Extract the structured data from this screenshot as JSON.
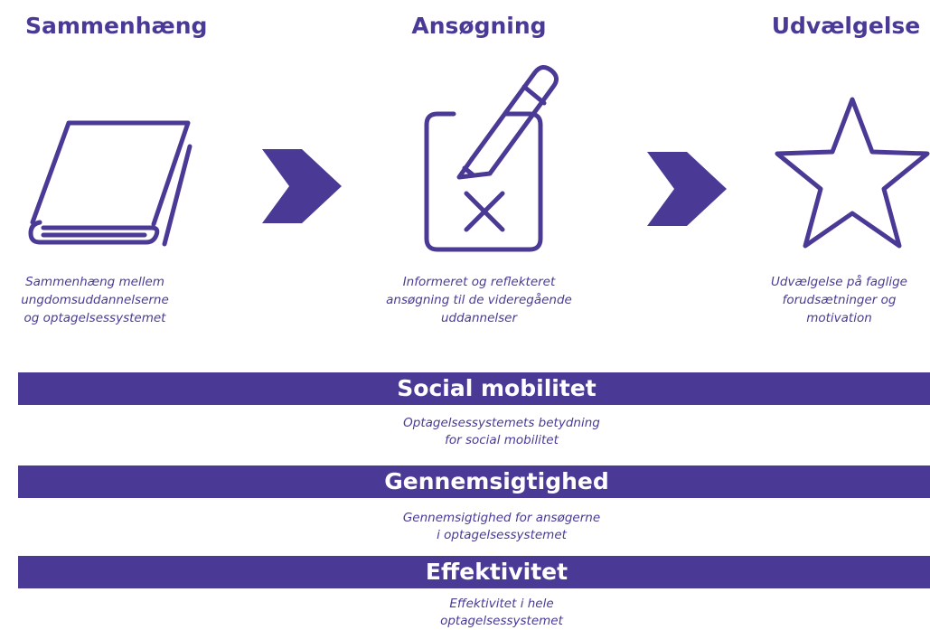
{
  "columns": [
    {
      "title": "Sammenhæng",
      "icon": "book-icon",
      "description": "Sammenhæng mellem\nungdomsuddannelserne\nog optagelsessystemet"
    },
    {
      "title": "Ansøgning",
      "icon": "pencil-checkbox-icon",
      "description": "Informeret og reflekteret\nansøgning til de videregående\nuddannelser"
    },
    {
      "title": "Udvælgelse",
      "icon": "star-icon",
      "description": "Udvælgelse på faglige\nforudsætninger og\nmotivation"
    }
  ],
  "arrows": [
    "arrow-right-icon",
    "arrow-right-icon"
  ],
  "bands": [
    {
      "title": "Social mobilitet",
      "description": "Optagelsessystemets betydning\nfor social mobilitet"
    },
    {
      "title": "Gennemsigtighed",
      "description": "Gennemsigtighed for ansøgerne\ni optagelsessystemet"
    },
    {
      "title": "Effektivitet",
      "description": "Effektivitet i hele\noptagelsessystemet"
    }
  ],
  "colors": {
    "accent": "#4a3a96",
    "text_on_accent": "#ffffff",
    "background": "#ffffff"
  }
}
